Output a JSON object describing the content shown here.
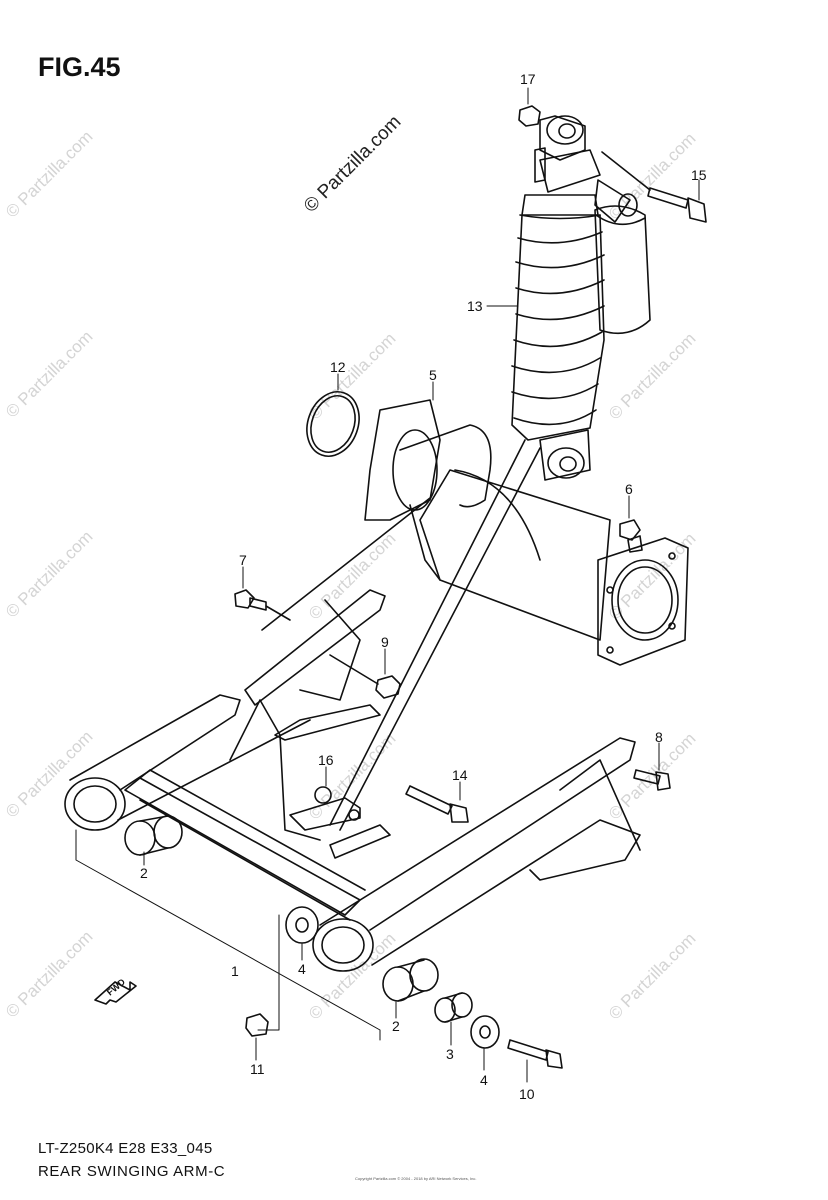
{
  "figure": {
    "title": "FIG.45",
    "code": "LT-Z250K4 E28 E33_045",
    "caption": "REAR SWINGING ARM-C",
    "copyright": "Copyright\nPartzilla.com © 2004 - 2018 by ARI Network Services, Inc."
  },
  "watermark": {
    "main": "© Partzilla.com",
    "repeat": "© Partzilla.com"
  },
  "direction_badge": "FWD",
  "callouts": [
    {
      "id": "c17",
      "label": "17"
    },
    {
      "id": "c15",
      "label": "15"
    },
    {
      "id": "c13",
      "label": "13"
    },
    {
      "id": "c12",
      "label": "12"
    },
    {
      "id": "c5",
      "label": "5"
    },
    {
      "id": "c6",
      "label": "6"
    },
    {
      "id": "c7",
      "label": "7"
    },
    {
      "id": "c9",
      "label": "9"
    },
    {
      "id": "c8",
      "label": "8"
    },
    {
      "id": "c16",
      "label": "16"
    },
    {
      "id": "c14",
      "label": "14"
    },
    {
      "id": "c2a",
      "label": "2"
    },
    {
      "id": "c1",
      "label": "1"
    },
    {
      "id": "c4a",
      "label": "4"
    },
    {
      "id": "c11",
      "label": "11"
    },
    {
      "id": "c2b",
      "label": "2"
    },
    {
      "id": "c3",
      "label": "3"
    },
    {
      "id": "c4b",
      "label": "4"
    },
    {
      "id": "c10",
      "label": "10"
    }
  ]
}
